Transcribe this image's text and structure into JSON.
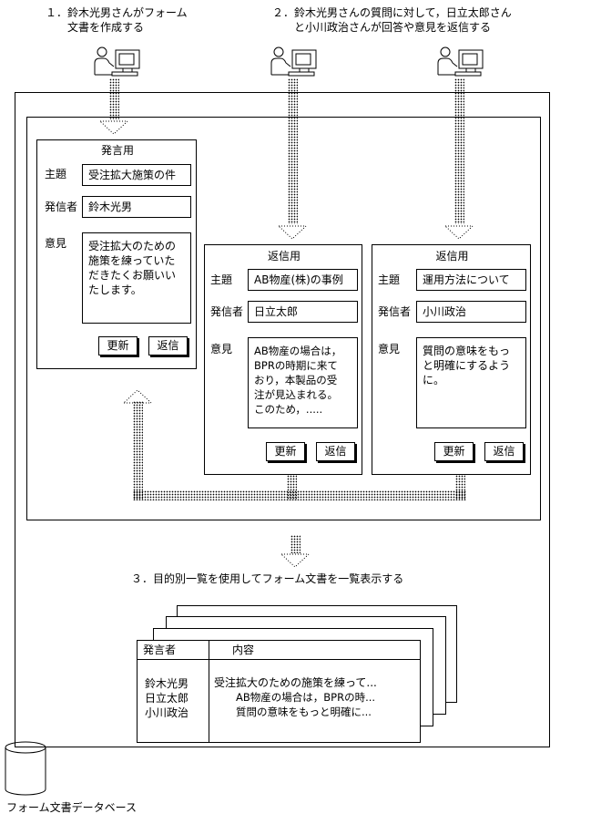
{
  "steps": {
    "step1_line1": "１．鈴木光男さんがフォーム",
    "step1_line2": "文書を作成する",
    "step2_line1": "２．鈴木光男さんの質問に対して，日立太郎さん",
    "step2_line2": "と小川政治さんが回答や意見を返信する",
    "step3": "３．目的別一覧を使用してフォーム文書を一覧表示する"
  },
  "forms": [
    {
      "title": "発言用",
      "subject_label": "主題",
      "subject": "受注拡大施策の件",
      "sender_label": "発信者",
      "sender": "鈴木光男",
      "opinion_label": "意見",
      "opinion": "受注拡大のための\n施策を練っていた\nだきたくお願いい\nたします。",
      "update_button": "更新",
      "reply_button": "返信"
    },
    {
      "title": "返信用",
      "subject_label": "主題",
      "subject": "AB物産(株)の事例",
      "sender_label": "発信者",
      "sender": "日立太郎",
      "opinion_label": "意見",
      "opinion": "AB物産の場合は，\nBPRの時期に来て\nおり，本製品の受\n注が見込まれる。\nこのため，.....",
      "update_button": "更新",
      "reply_button": "返信"
    },
    {
      "title": "返信用",
      "subject_label": "主題",
      "subject": "運用方法について",
      "sender_label": "発信者",
      "sender": "小川政治",
      "opinion_label": "意見",
      "opinion": "質問の意味をもっ\nと明確にするよう\nに。",
      "update_button": "更新",
      "reply_button": "返信"
    }
  ],
  "list_view": {
    "col_sender": "発言者",
    "col_content": "内容",
    "rows": [
      {
        "sender": "鈴木光男",
        "content": "受注拡大のための施策を練って..."
      },
      {
        "sender": "日立太郎",
        "content": "AB物産の場合は，BPRの時..."
      },
      {
        "sender": "小川政治",
        "content": "質問の意味をもっと明確に..."
      }
    ]
  },
  "database_label": "フォーム文書データベース"
}
